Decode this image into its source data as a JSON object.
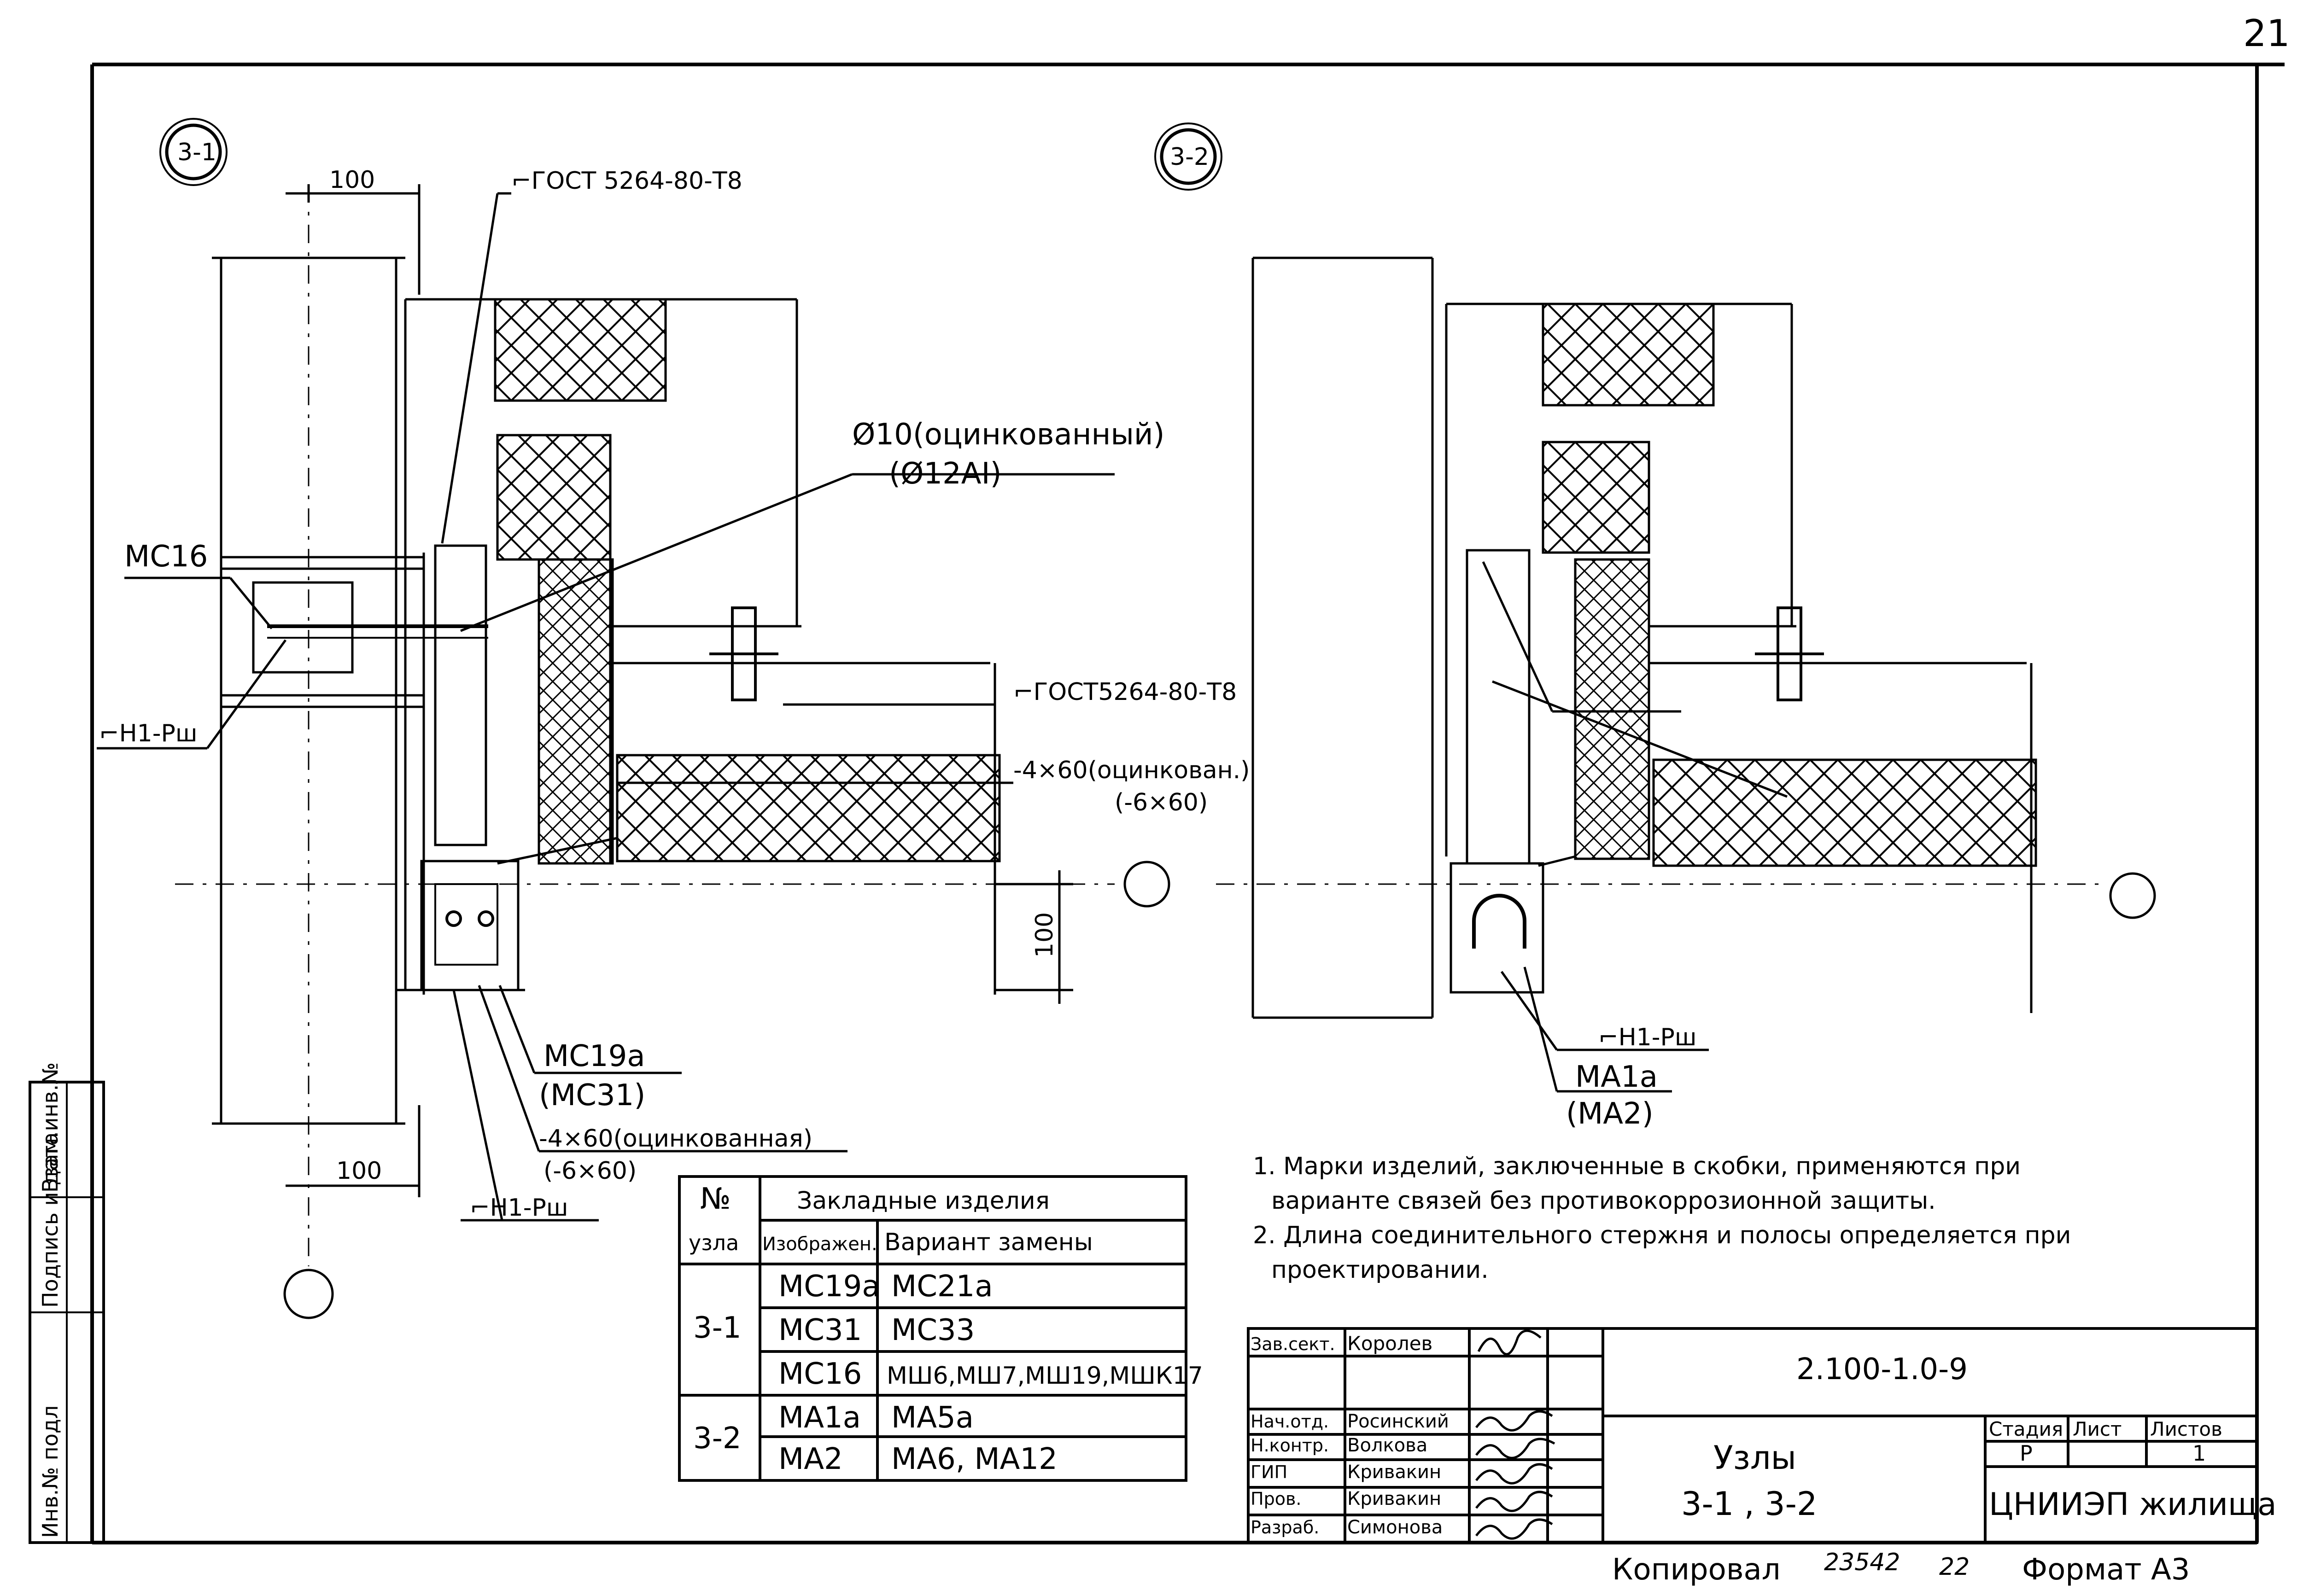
{
  "sheet": {
    "page_number": "21",
    "footer_copied": "Копировал",
    "footer_number": "23542",
    "footer_number2": "22",
    "footer_format": "Формат А3"
  },
  "side_stamp": {
    "inv_podl": "Инв.№ подл",
    "podpis_data": "Подпись и дата",
    "vzam_inv": "Взам.инв.№"
  },
  "detail1": {
    "marker": "3-1",
    "dim_top": "100",
    "dim_bottom": "100",
    "dim_vertical": "100",
    "label_gost": "⌐ГОСТ 5264-80-Т8",
    "label_rod": "Ø10(оцинкованный)",
    "label_rod_alt": "(Ø12AI)",
    "label_mc16": "МС16",
    "label_weld_left": "⌐Н1-Рш",
    "label_gost2": "⌐ГОСТ5264-80-Т8",
    "label_strip": "-4×60(оцинкован.)",
    "label_strip_alt": "(-6×60)",
    "label_mc19a": "МС19а",
    "label_mc31": "(МС31)",
    "label_strip2": "-4×60(оцинкованная)",
    "label_strip2_alt": "(-6×60)",
    "label_weld_bottom": "⌐Н1-Рш"
  },
  "detail2": {
    "marker": "3-2",
    "label_weld": "⌐Н1-Рш",
    "label_ma1a": "МА1а",
    "label_ma2": "(МА2)"
  },
  "notes": [
    "1. Марки изделий, заключенные в скобки, применяются при",
    "варианте связей без противокоррозионной защиты.",
    "2. Длина соединительного стержня и полосы определяется при",
    "проектировании."
  ],
  "embedded_table": {
    "h_no": "№",
    "h_uzla": "узла",
    "h_title": "Закладные изделия",
    "h_image": "Изображен.",
    "h_variant": "Вариант замены",
    "groups": [
      {
        "node": "3-1",
        "rows": [
          [
            "МС19а",
            "МС21а"
          ],
          [
            "МС31",
            "МС33"
          ],
          [
            "МС16",
            "МШ6,МШ7,МШ19,МШК17"
          ]
        ]
      },
      {
        "node": "3-2",
        "rows": [
          [
            "МА1а",
            "МА5а"
          ],
          [
            "МА2",
            "МА6, МА12"
          ]
        ]
      }
    ]
  },
  "title_block": {
    "doc_code": "2.100-1.0-9",
    "title_line1": "Узлы",
    "title_line2": "3-1 , 3-2",
    "stage_label": "Стадия",
    "sheet_label": "Лист",
    "sheets_label": "Листов",
    "stage_value": "Р",
    "sheets_value": "1",
    "organization": "ЦНИИЭП жилища",
    "staff": [
      {
        "role": "Зав.сект.",
        "name": "Королев"
      },
      {
        "role": "Нач.отд.",
        "name": "Росинский"
      },
      {
        "role": "Н.контр.",
        "name": "Волкова"
      },
      {
        "role": "ГИП",
        "name": "Кривакин"
      },
      {
        "role": "Пров.",
        "name": "Кривакин"
      },
      {
        "role": "Разраб.",
        "name": "Симонова"
      }
    ]
  },
  "colors": {
    "ink": "#000000",
    "paper": "#ffffff"
  }
}
